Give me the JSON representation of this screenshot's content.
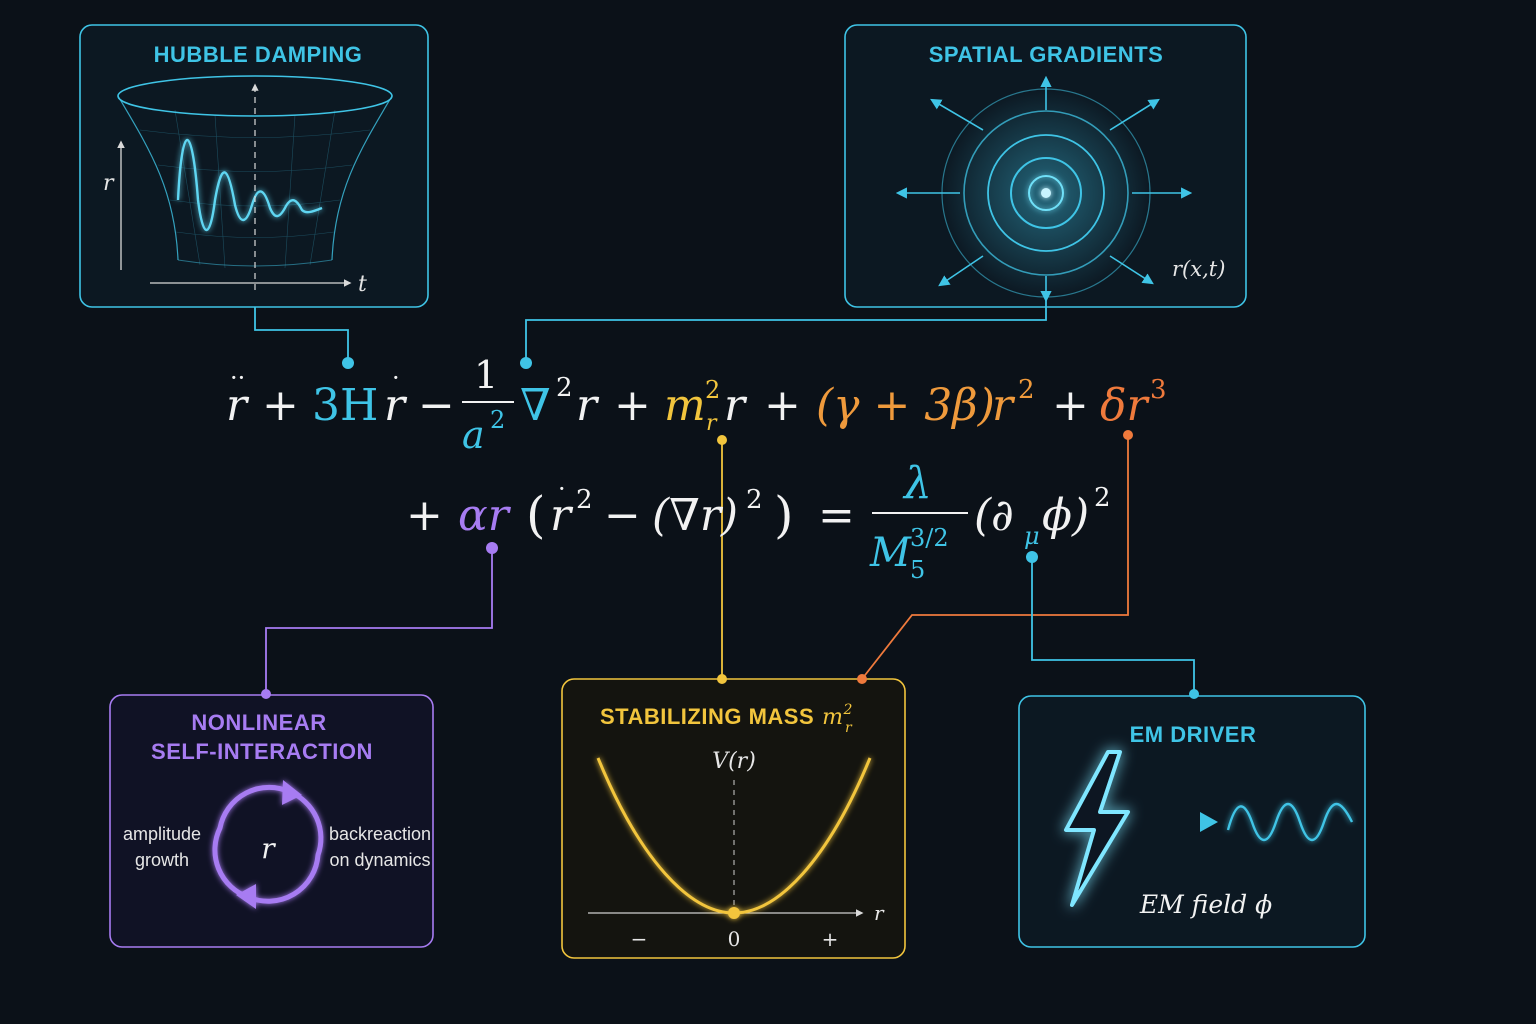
{
  "colors": {
    "background": "#0b1118",
    "cyan": "#3fc4e6",
    "yellow": "#f2c53d",
    "orange": "#ef7a3c",
    "purple": "#a77cf2",
    "white": "#f2f2f2"
  },
  "equation": {
    "line1": {
      "rddot": "r",
      "plus1": "+",
      "hubble": "3H",
      "rdot": "r",
      "minus1": "−",
      "frac_num": "1",
      "frac_den": "a",
      "frac_den_exp": "2",
      "nabla": "∇",
      "nabla_exp": "2",
      "nabla_r": "r",
      "plus2": "+",
      "mass": "m",
      "mass_exp": "2",
      "mass_sub": "r",
      "mass_r": "r",
      "plus3": "+",
      "gamma_beta": "(γ + 3β)",
      "gb_r": "r",
      "gb_exp": "2",
      "plus4": "+",
      "delta": "δr",
      "delta_exp": "3"
    },
    "line2": {
      "plus": "+",
      "alpha": "αr",
      "open_paren": "(",
      "rdot": "r",
      "rdot_exp": "2",
      "minus": "−",
      "grad": "(∇r)",
      "grad_exp": "2",
      "close_paren": ")",
      "equals": "=",
      "lambda": "λ",
      "M": "M",
      "M_sup": "3/2",
      "M_sub": "5",
      "source": "(∂",
      "source_sub": "μ",
      "source_phi": "ϕ)",
      "source_exp": "2"
    }
  },
  "panels": {
    "hubble": {
      "title": "HUBBLE DAMPING",
      "axis_y": "r",
      "axis_x": "t",
      "icon": "funnel-oscillation"
    },
    "spatial": {
      "title": "SPATIAL GRADIENTS",
      "field_label": "r(x,t)",
      "icon": "concentric-rings"
    },
    "nonlinear": {
      "title_line1": "NONLINEAR",
      "title_line2": "SELF-INTERACTION",
      "left_line1": "amplitude",
      "left_line2": "growth",
      "center": "r",
      "right_line1": "backreaction",
      "right_line2": "on dynamics",
      "icon": "cycle-arrows"
    },
    "mass": {
      "title": "STABILIZING MASS",
      "title_math": "m",
      "title_math_exp": "2",
      "title_math_sub": "r",
      "potential_label": "V(r)",
      "axis_x": "r",
      "tick_minus": "−",
      "tick_zero": "0",
      "tick_plus": "+",
      "icon": "parabola-potential"
    },
    "em": {
      "title": "EM DRIVER",
      "field_label": "EM field ϕ",
      "icon": "lightning-bolt"
    }
  }
}
